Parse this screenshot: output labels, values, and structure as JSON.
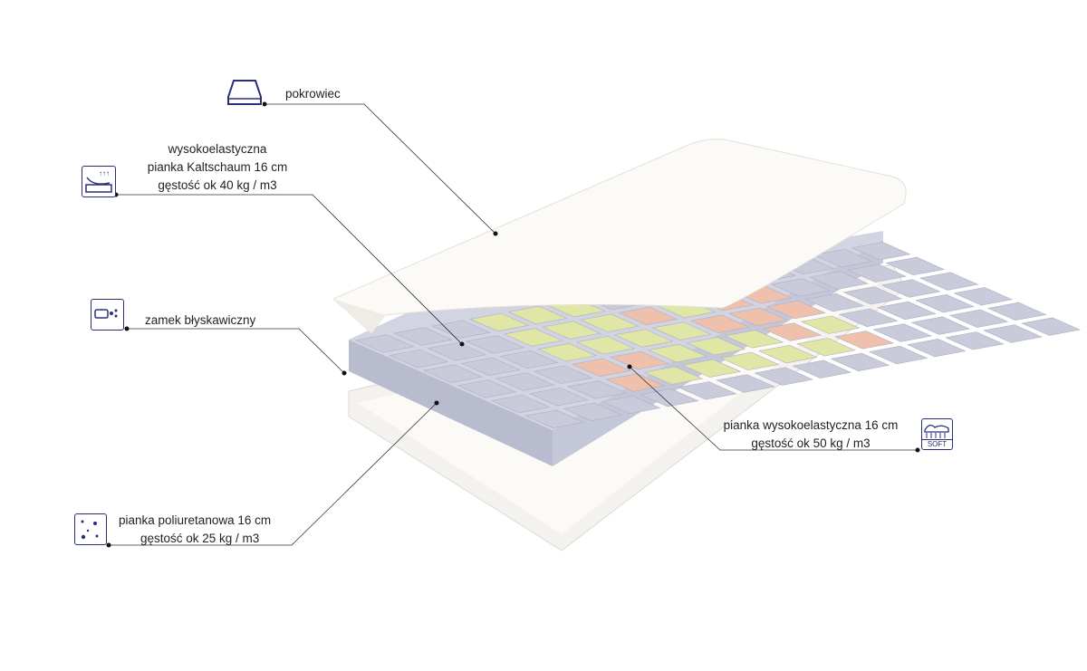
{
  "labels": {
    "cover": "pokrowiec",
    "kaltschaum": [
      "wysokoelastyczna",
      "pianka Kaltschaum 16 cm",
      "gęstość ok 40 kg / m3"
    ],
    "zipper": "zamek błyskawiczny",
    "polyurethane": [
      "pianka poliuretanowa 16 cm",
      "gęstość ok 25 kg / m3"
    ],
    "high_elastic": [
      "pianka wysokoelastyczna 16 cm",
      "gęstość ok 50 kg / m3"
    ]
  },
  "icons": {
    "cover": "mattress-cover-icon",
    "kaltschaum": "heat-foam-icon",
    "zipper": "zipper-icon",
    "polyurethane": "foam-bubbles-icon",
    "high_elastic": "soft-sleeper-icon",
    "soft_text": "SOFT"
  },
  "colors": {
    "icon": "#2b2f7a",
    "gray_foam": "#c9cbdb",
    "pink_foam": "#efc1ad",
    "green_foam": "#e0e6a6"
  }
}
